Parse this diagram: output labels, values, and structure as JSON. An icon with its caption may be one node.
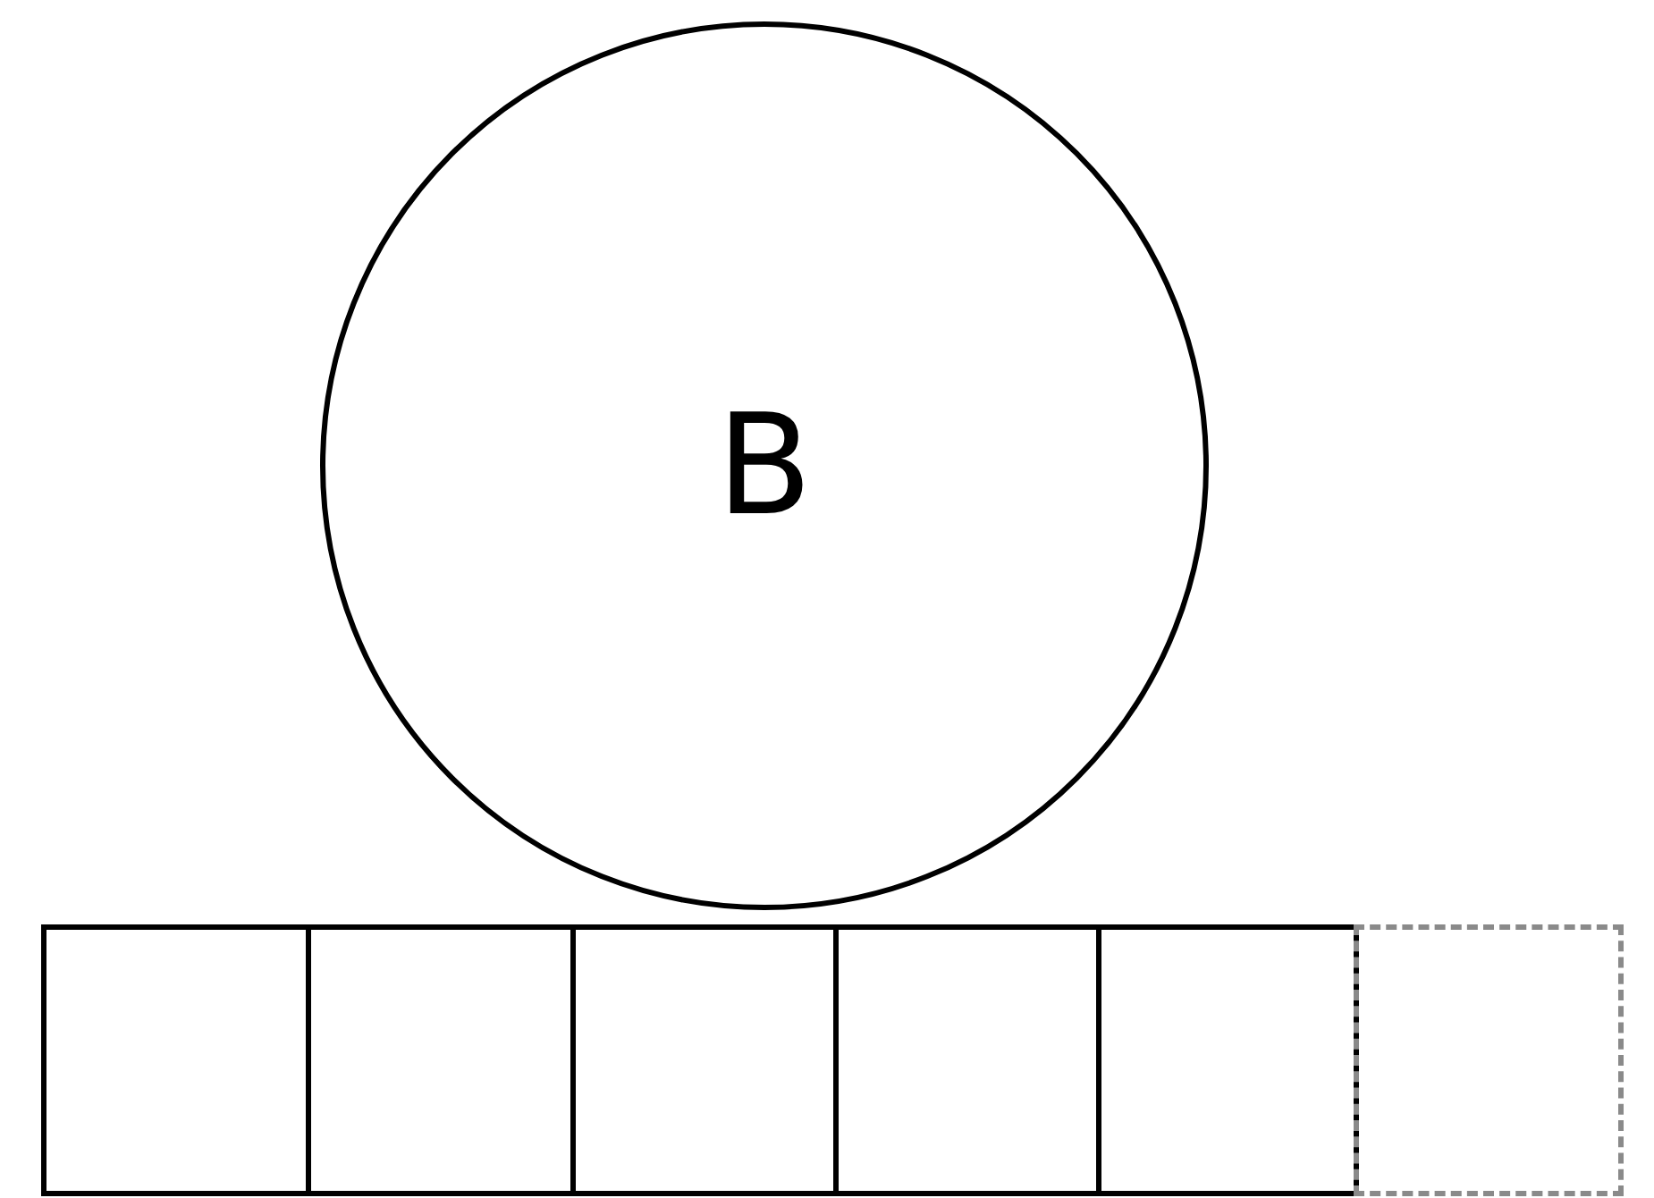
{
  "diagram": {
    "nodes": [
      {
        "text": [
          "B"
        ]
      },
      {
        "text": [],
        "shape": "box"
      },
      {
        "text": [],
        "shape": "box"
      },
      {
        "text": [],
        "shape": "box"
      },
      {
        "text": [],
        "shape": "box"
      },
      {
        "text": [],
        "shape": "box"
      },
      {
        "text": [],
        "shape": "box"
      }
    ]
  }
}
